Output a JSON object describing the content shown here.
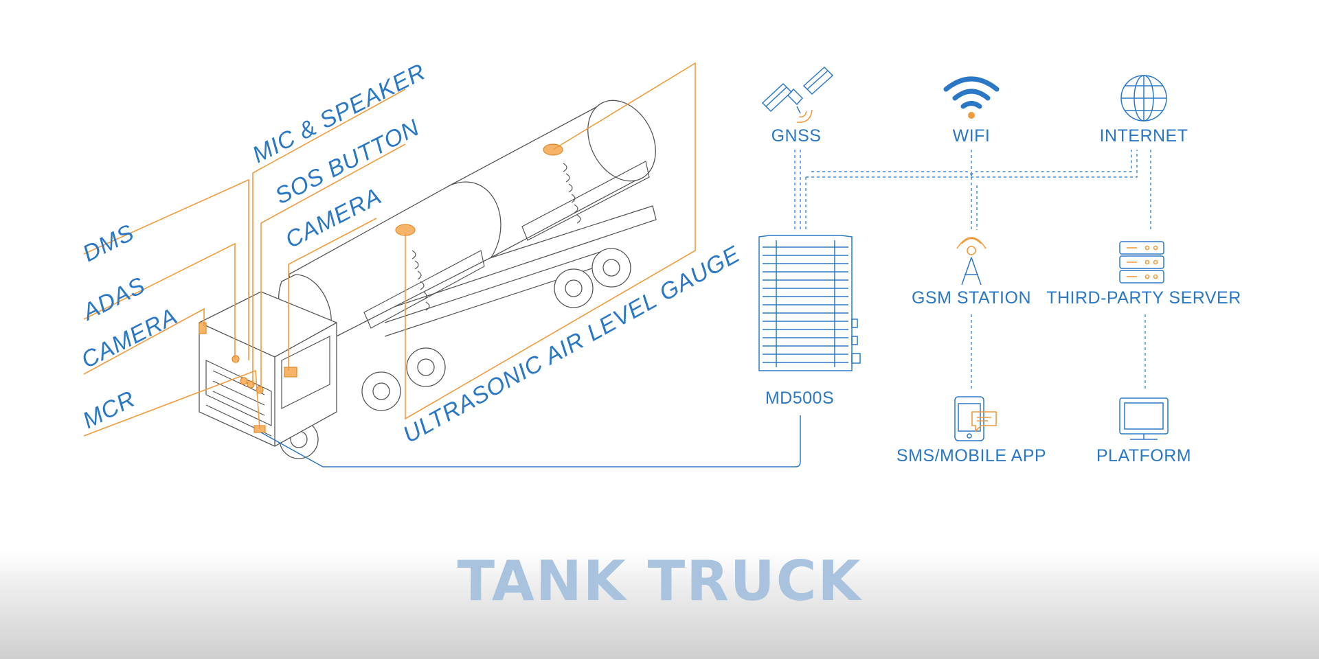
{
  "title": "TANK TRUCK",
  "truck_labels": {
    "dms": "DMS",
    "adas": "ADAS",
    "camera_left": "CAMERA",
    "mcr": "MCR",
    "mic_speaker": "MIC & SPEAKER",
    "sos_button": "SOS BUTTON",
    "camera_top": "CAMERA",
    "ultrasonic": "ULTRASONIC AIR LEVEL GAUGE"
  },
  "device": {
    "name": "MD500S"
  },
  "network": {
    "gnss": "GNSS",
    "wifi": "WIFI",
    "internet": "INTERNET",
    "gsm_station": "GSM STATION",
    "third_party_server": "THIRD-PARTY SERVER",
    "sms_mobile_app": "SMS/MOBILE APP",
    "platform": "PLATFORM"
  },
  "icons": [
    "satellite-icon",
    "wifi-icon",
    "globe-icon",
    "cell-tower-icon",
    "server-icon",
    "mobile-phone-icon",
    "monitor-icon"
  ],
  "colors": {
    "label_blue": "#2a78c5",
    "callout_orange": "#f09a3c",
    "title_blue": "#a9c3df"
  }
}
